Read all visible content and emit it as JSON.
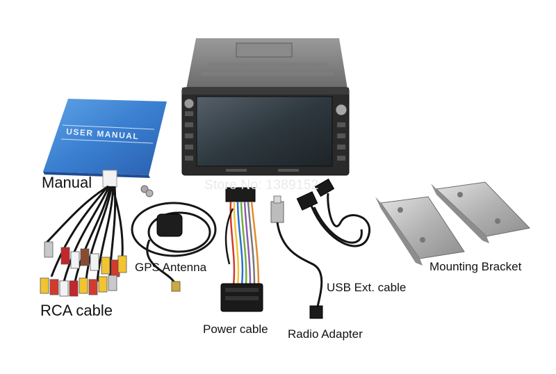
{
  "labels": {
    "manual": "Manual",
    "rca_cable": "RCA cable",
    "gps_antenna": "GPS Antenna",
    "power_cable": "Power cable",
    "radio_adapter": "Radio Adapter",
    "usb_ext_cable": "USB Ext. cable",
    "mounting_bracket": "Mounting Bracket"
  },
  "manual_cover_text": "USER MANUAL",
  "watermark": "Store No: 1389152",
  "colors": {
    "manual_blue": "#3a7fd0",
    "unit_body": "#6f6f6f",
    "screen": "#2f3a40",
    "cable_black": "#151515",
    "bracket_steel": "#b9b9b9"
  }
}
